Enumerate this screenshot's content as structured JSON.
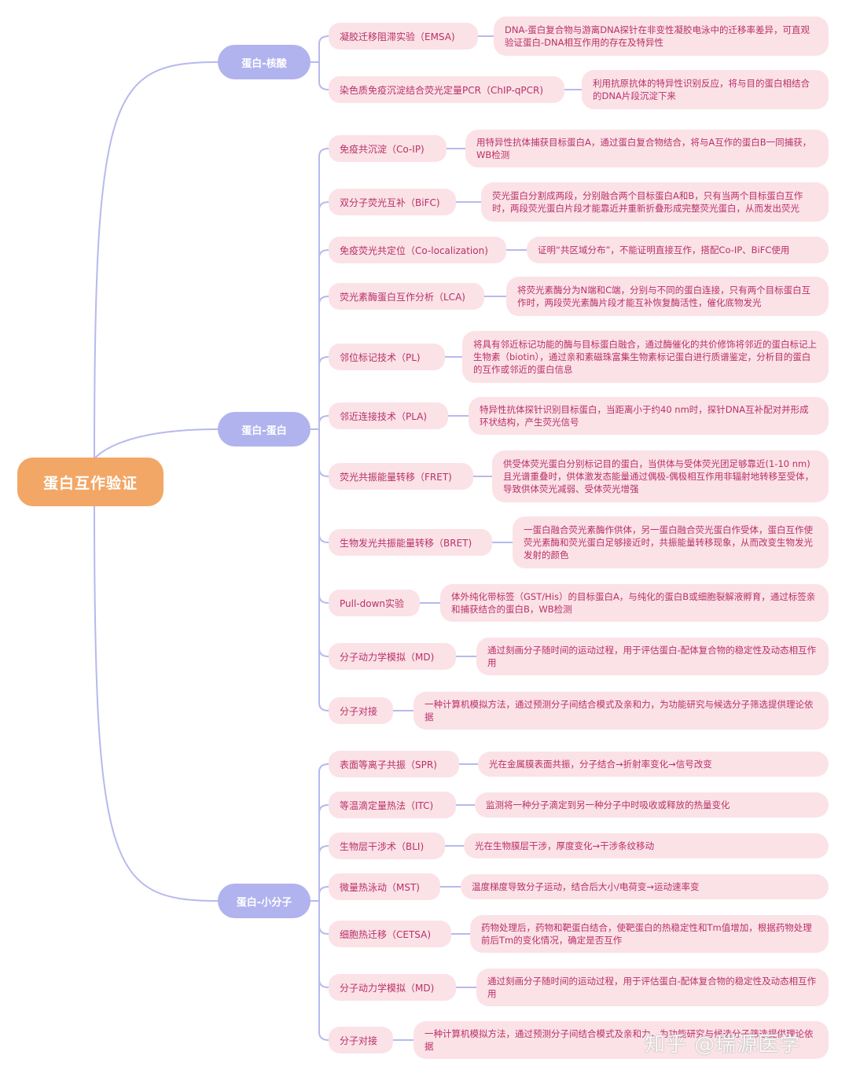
{
  "root": {
    "label": "蛋白互作验证"
  },
  "brand": "知乎 @瑞源医学",
  "colors": {
    "root": "#f2a766",
    "category": "#b1b3ef",
    "node": "#fbe2e6",
    "node_text": "#b8306a",
    "line": "#b7b9ee"
  },
  "categories": [
    {
      "label": "蛋白-核酸",
      "items": [
        {
          "name": "凝胶迁移阻滞实验（EMSA)",
          "desc": "DNA-蛋白复合物与游离DNA探针在非变性凝胶电泳中的迁移率差异，可直观验证蛋白-DNA相互作用的存在及特异性"
        },
        {
          "name": "染色质免疫沉淀结合荧光定量PCR（ChIP-qPCR)",
          "desc": "利用抗原抗体的特异性识别反应，将与目的蛋白相结合的DNA片段沉淀下来"
        }
      ]
    },
    {
      "label": "蛋白-蛋白",
      "items": [
        {
          "name": "免疫共沉淀（Co-IP)",
          "desc": "用特异性抗体捕获目标蛋白A，通过蛋白复合物结合，将与A互作的蛋白B一同捕获，WB检测"
        },
        {
          "name": "双分子荧光互补（BiFC)",
          "desc": "荧光蛋白分割成两段，分别融合两个目标蛋白A和B，只有当两个目标蛋白互作时，两段荧光蛋白片段才能靠近并重新折叠形成完整荧光蛋白，从而发出荧光"
        },
        {
          "name": "免疫荧光共定位（Co-localization)",
          "desc": "证明“共区域分布”，不能证明直接互作，搭配Co-IP、BiFC使用"
        },
        {
          "name": "荧光素酶蛋白互作分析（LCA)",
          "desc": "将荧光素酶分为N端和C端，分别与不同的蛋白连接，只有两个目标蛋白互作时，两段荧光素酶片段才能互补恢复酶活性，催化底物发光"
        },
        {
          "name": "邻位标记技术（PL)",
          "desc": "将具有邻近标记功能的酶与目标蛋白融合，通过酶催化的共价修饰将邻近的蛋白标记上生物素（biotin），通过亲和素磁珠富集生物素标记蛋白进行质谱鉴定，分析目的蛋白的互作或邻近的蛋白信息"
        },
        {
          "name": "邻近连接技术（PLA)",
          "desc": "特异性抗体探针识别目标蛋白，当距离小于约40 nm时，探针DNA互补配对并形成环状结构，产生荧光信号"
        },
        {
          "name": "荧光共振能量转移（FRET)",
          "desc": "供受体荧光蛋白分别标记目的蛋白，当供体与受体荧光团足够靠近(1-10 nm)且光谱重叠时，供体激发态能量通过偶极-偶极相互作用非辐射地转移至受体，导致供体荧光减弱、受体荧光增强"
        },
        {
          "name": "生物发光共振能量转移（BRET)",
          "desc": "一蛋白融合荧光素酶作供体，另一蛋白融合荧光蛋白作受体，蛋白互作使荧光素酶和荧光蛋白足够接近时，共振能量转移现象，从而改变生物发光发射的颜色"
        },
        {
          "name": "Pull-down实验",
          "desc": "体外纯化带标签（GST/His）的目标蛋白A，与纯化的蛋白B或细胞裂解液孵育，通过标签亲和捕获结合的蛋白B，WB检测"
        },
        {
          "name": "分子动力学模拟（MD)",
          "desc": "通过刻画分子随时间的运动过程，用于评估蛋白-配体复合物的稳定性及动态相互作用"
        },
        {
          "name": "分子对接",
          "desc": "一种计算机模拟方法，通过预测分子间结合模式及亲和力，为功能研究与候选分子筛选提供理论依据"
        }
      ]
    },
    {
      "label": "蛋白-小分子",
      "items": [
        {
          "name": "表面等离子共振（SPR)",
          "desc": "光在金属膜表面共振，分子结合→折射率变化→信号改变"
        },
        {
          "name": "等温滴定量热法（ITC)",
          "desc": "监测将一种分子滴定到另一种分子中时吸收或释放的热量变化"
        },
        {
          "name": "生物层干涉术（BLI)",
          "desc": "光在生物膜层干涉，厚度变化→干涉条纹移动"
        },
        {
          "name": "微量热泳动（MST)",
          "desc": "温度梯度导致分子运动，结合后大小/电荷变→运动速率变"
        },
        {
          "name": "细胞热迁移（CETSA)",
          "desc": "药物处理后，药物和靶蛋白结合，使靶蛋白的热稳定性和Tm值增加，根据药物处理前后Tm的变化情况，确定是否互作"
        },
        {
          "name": "分子动力学模拟（MD)",
          "desc": "通过刻画分子随时间的运动过程，用于评估蛋白-配体复合物的稳定性及动态相互作用"
        },
        {
          "name": "分子对接",
          "desc": "一种计算机模拟方法，通过预测分子间结合模式及亲和力，为功能研究与候选分子筛选提供理论依据"
        }
      ]
    }
  ]
}
